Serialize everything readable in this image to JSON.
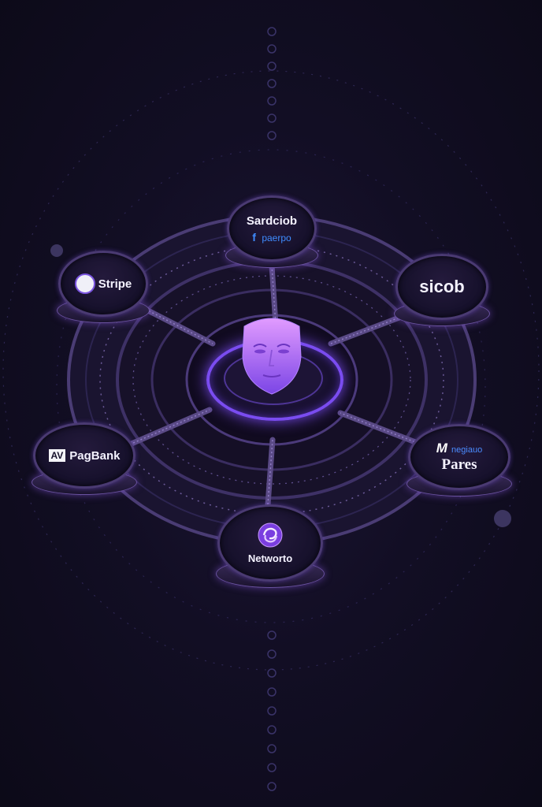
{
  "diagram": {
    "center": {
      "icon": "face-avatar-icon"
    },
    "nodes": [
      {
        "id": "top",
        "label": "Sardciob",
        "sub_icon": "facebook-icon",
        "sub_icon_glyph": "f",
        "sub_label": "paerpo"
      },
      {
        "id": "left-upper",
        "label": "Stripe",
        "icon": "stripe-circle-icon"
      },
      {
        "id": "right-upper",
        "label": "sicob"
      },
      {
        "id": "left-lower",
        "label": "PagBank",
        "icon_text": "AV"
      },
      {
        "id": "right-lower",
        "label": "Pares",
        "icon_text": "M",
        "top_text": "negiauo"
      },
      {
        "id": "bottom",
        "label": "Networto",
        "icon": "swirl-logo-icon"
      }
    ]
  },
  "colors": {
    "background": "#0e0b1c",
    "accent": "#8a4dff",
    "facebook_blue": "#3f8cff"
  }
}
